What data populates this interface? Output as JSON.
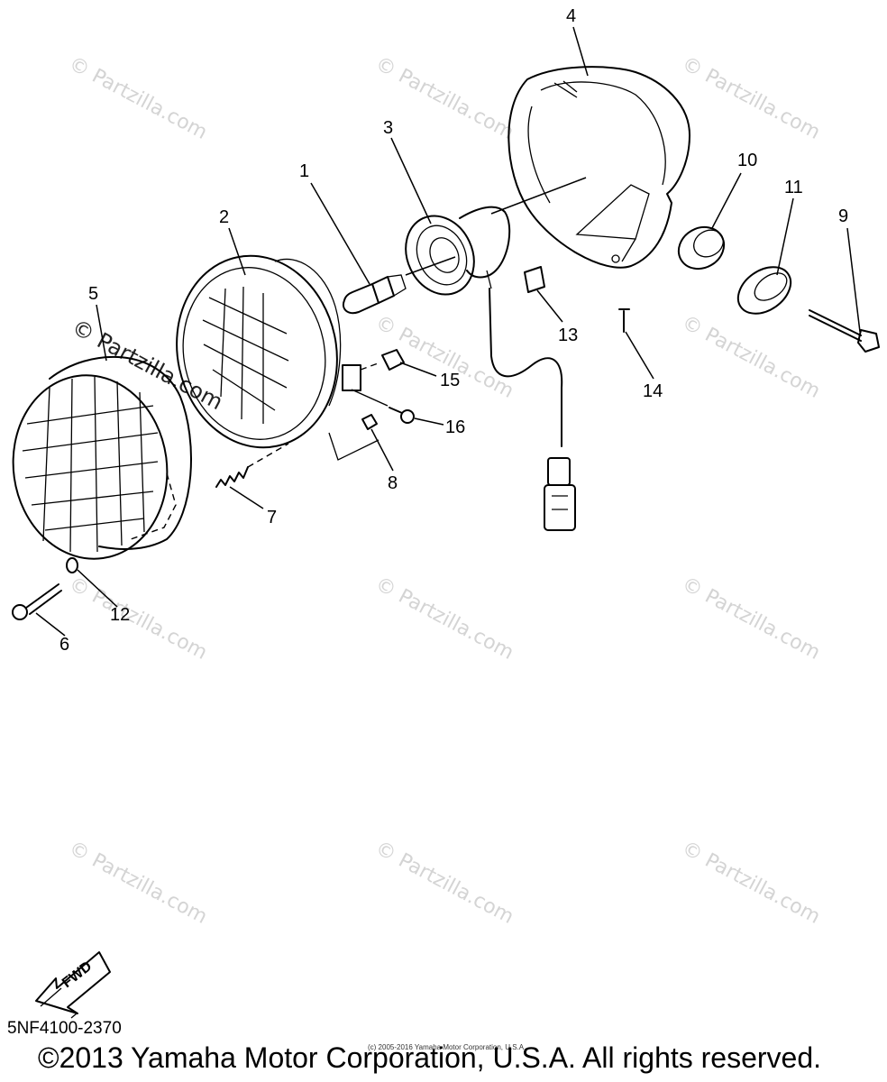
{
  "watermark": {
    "text": "© Partzilla.com"
  },
  "parts": [
    {
      "key": "p1",
      "label": "1"
    },
    {
      "key": "p2",
      "label": "2"
    },
    {
      "key": "p3",
      "label": "3"
    },
    {
      "key": "p4",
      "label": "4"
    },
    {
      "key": "p5",
      "label": "5"
    },
    {
      "key": "p6",
      "label": "6"
    },
    {
      "key": "p7",
      "label": "7"
    },
    {
      "key": "p8",
      "label": "8"
    },
    {
      "key": "p9",
      "label": "9"
    },
    {
      "key": "p10",
      "label": "10"
    },
    {
      "key": "p11",
      "label": "11"
    },
    {
      "key": "p12",
      "label": "12"
    },
    {
      "key": "p13",
      "label": "13"
    },
    {
      "key": "p14",
      "label": "14"
    },
    {
      "key": "p15",
      "label": "15"
    },
    {
      "key": "p16",
      "label": "16"
    }
  ],
  "direction_label": "FWD",
  "diagram_code": "5NF4100-2370",
  "small_copyright": "(c) 2005-2016 Yamaha Motor Corporation, U.S.A.",
  "copyright": "©2013 Yamaha Motor Corporation, U.S.A. All rights reserved."
}
